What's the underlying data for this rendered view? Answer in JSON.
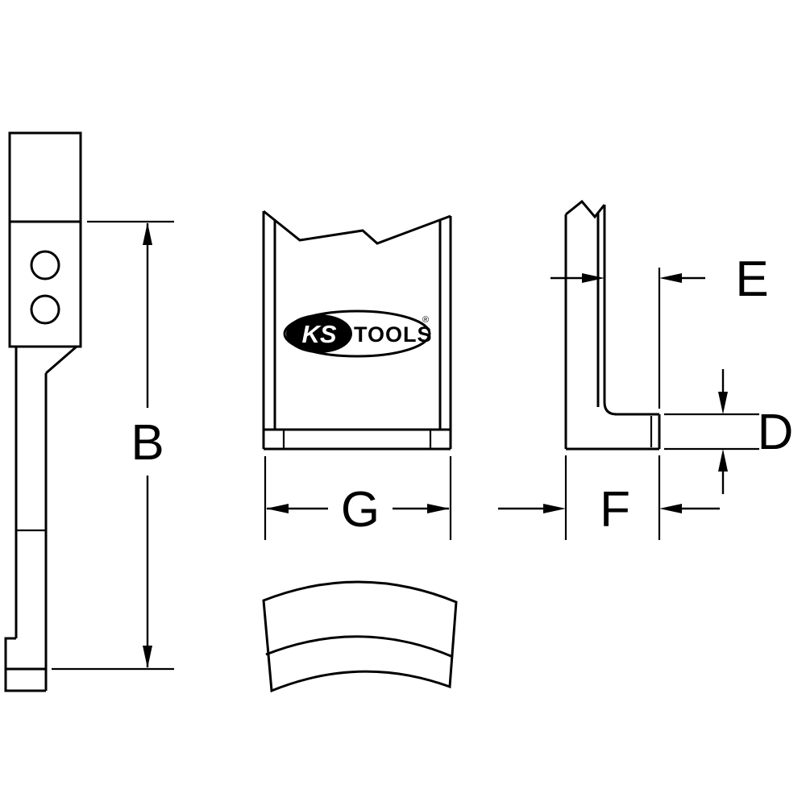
{
  "page": {
    "background": "#ffffff",
    "ink": "#000000",
    "description": "Technical dimension drawing of a puller leg / hook (three views plus claw top view)"
  },
  "dimensions": {
    "overall_length": "B",
    "width": "G",
    "hook_depth": "E",
    "hook_height": "D",
    "hook_length": "F"
  },
  "logo": {
    "ks": "KS",
    "tools": "TOOLS",
    "registered": "®"
  }
}
